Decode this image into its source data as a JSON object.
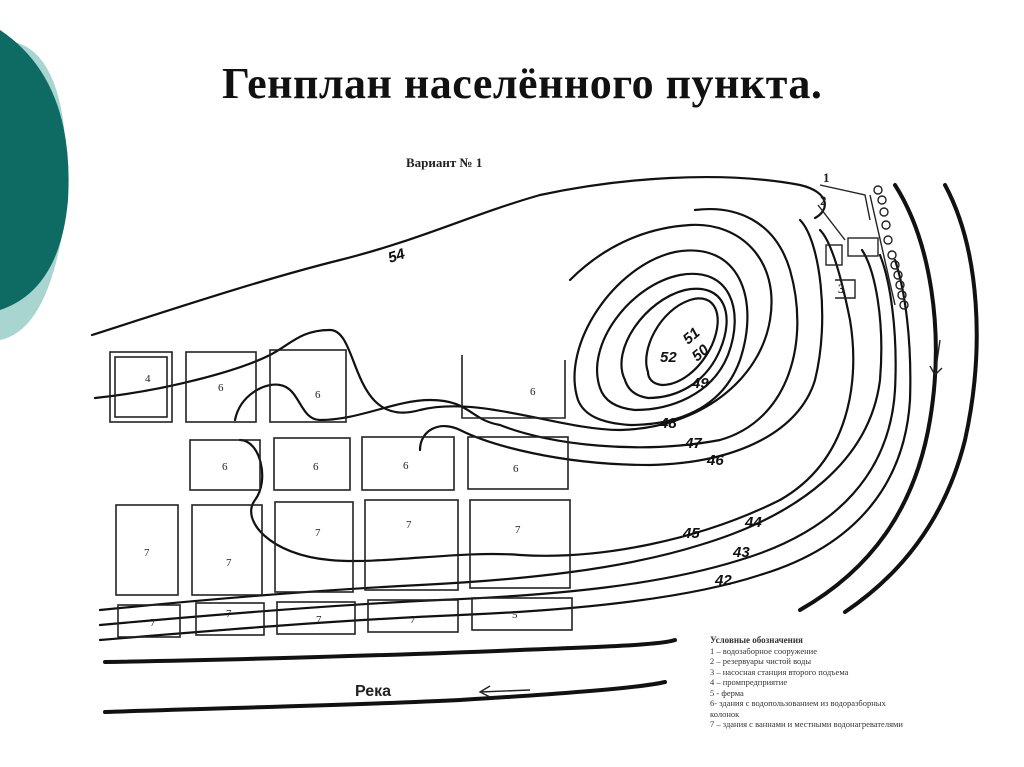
{
  "title": "Генплан населённого пункта.",
  "variant": "Вариант № 1",
  "river": "Река",
  "isolines": [
    "54",
    "52",
    "51",
    "50",
    "49",
    "48",
    "47",
    "46",
    "45",
    "44",
    "43",
    "42"
  ],
  "structure_labels": [
    "1",
    "2",
    "3"
  ],
  "block_labels": [
    "4",
    "6",
    "7",
    "5"
  ],
  "legend": {
    "title": "Условные обозначения",
    "items": [
      "1 – водозаборное сооружение",
      "2 – резервуары чистой воды",
      "3 – насосная станция второго подъема",
      "4 – промпредприятие",
      "5 - ферма",
      "6- здания с водопользованием из водоразборных колонок",
      "7 – здания с ваннами и местными водонагревателями"
    ]
  },
  "colors": {
    "deco_teal": "#0d6b63",
    "deco_light": "#a8d5cf",
    "ink": "#111111"
  }
}
